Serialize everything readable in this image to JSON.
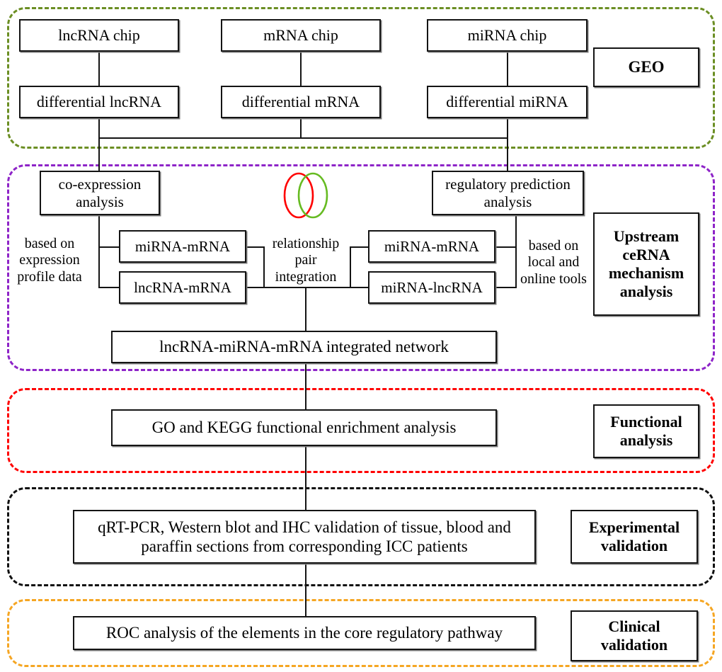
{
  "figure": {
    "type": "flowchart",
    "title": "ceRNA study workflow"
  },
  "colors": {
    "geo_border": "#6b8e23",
    "cerna_border": "#8e24c8",
    "functional_border": "#ff0000",
    "experimental_border": "#111111",
    "clinical_border": "#f5a623",
    "box_border": "#141414",
    "venn_left": "#ff0000",
    "venn_right": "#66bb22"
  },
  "sections": {
    "geo": {
      "label": "GEO",
      "boxes": {
        "lncrna_chip": "lncRNA chip",
        "mrna_chip": "mRNA chip",
        "mirna_chip": "miRNA chip",
        "differential_lncrna": "differential lncRNA",
        "differential_mrna": "differential mRNA",
        "differential_mirna": "differential miRNA"
      }
    },
    "cerna": {
      "label": "Upstream ceRNA mechanism analysis",
      "boxes": {
        "co_expression": "co-expression analysis",
        "regulatory_prediction": "regulatory prediction analysis",
        "left_pair_top": "miRNA-mRNA",
        "left_pair_bottom": "lncRNA-mRNA",
        "right_pair_top": "miRNA-mRNA",
        "right_pair_bottom": "miRNA-lncRNA",
        "integrated_network": "lncRNA-miRNA-mRNA integrated network"
      },
      "captions": {
        "left_basis": "based on expression profile data",
        "middle": "relationship pair integration",
        "right_basis": "based on local and online tools"
      },
      "venn": {
        "name": "venn-diagram-icon",
        "left_circle_color": "#ff0000",
        "right_circle_color": "#66bb22"
      }
    },
    "functional": {
      "label": "Functional analysis",
      "boxes": {
        "go_kegg": "GO and KEGG functional enrichment analysis"
      }
    },
    "experimental": {
      "label": "Experimental validation",
      "boxes": {
        "validation": "qRT-PCR, Western blot and IHC validation of tissue, blood and paraffin sections  from corresponding ICC patients"
      }
    },
    "clinical": {
      "label": "Clinical validation",
      "boxes": {
        "roc": "ROC analysis of the elements in the core regulatory pathway"
      }
    }
  }
}
